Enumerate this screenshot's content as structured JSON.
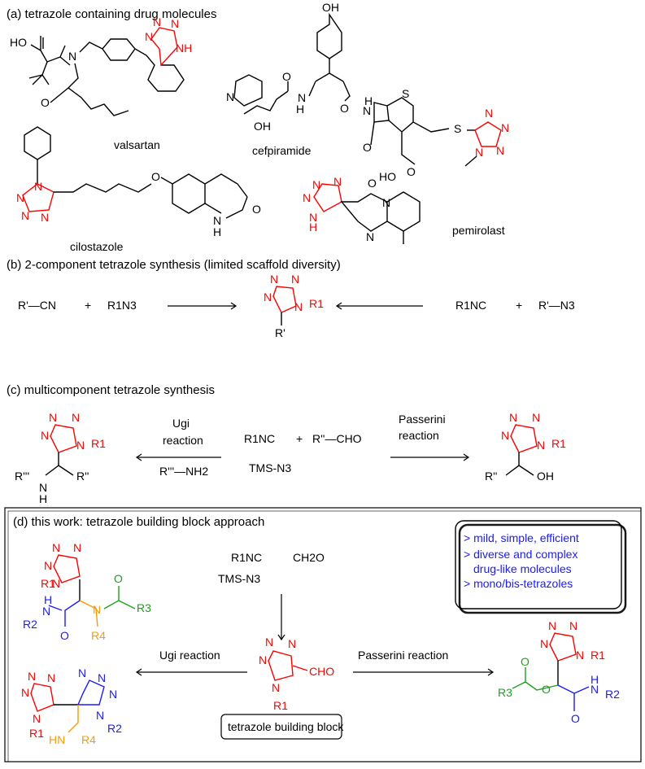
{
  "sections": {
    "a": "(a) tetrazole containing drug molecules",
    "b": "(b) 2-component tetrazole synthesis (limited scaffold diversity)",
    "c": "(c) multicomponent tetrazole synthesis",
    "d": "(d) this work: tetrazole building block approach"
  },
  "drugs": {
    "valsartan": "valsartan",
    "cefpiramide": "cefpiramide",
    "cilostazole": "cilostazole",
    "pemirolast": "pemirolast"
  },
  "b_reagents": {
    "left_nitrile": "R'—CN",
    "plus": "+",
    "left_azide": "R1N3",
    "right_isocyanide": "R1NC",
    "right_azide": "R'—N3"
  },
  "c_reagents": {
    "isocyanide": "R1NC",
    "aldehyde": "R''—CHO",
    "tms": "TMS-N3",
    "ugi": "Ugi",
    "ugi2": "reaction",
    "amine": "R'''—NH2",
    "passerini": "Passerini",
    "passerini2": "reaction"
  },
  "d_box": {
    "features": [
      "> mild, simple, efficient",
      "> diverse and complex",
      "drug-like molecules",
      "> mono/bis-tetrazoles"
    ],
    "isocyanide": "R1NC",
    "formaldehyde": "CH2O",
    "tms": "TMS-N3",
    "ugi_arrow": "Ugi reaction",
    "passerini_arrow": "Passerini reaction",
    "building_block": "tetrazole building block",
    "cho": "CHO"
  },
  "colors": {
    "tetrazole": "#ff0000",
    "amine_part": "#ff9900",
    "isocyanide_part": "#1a1aff",
    "acid_part": "#1aa21a",
    "feature_text": "#1a1aff"
  }
}
